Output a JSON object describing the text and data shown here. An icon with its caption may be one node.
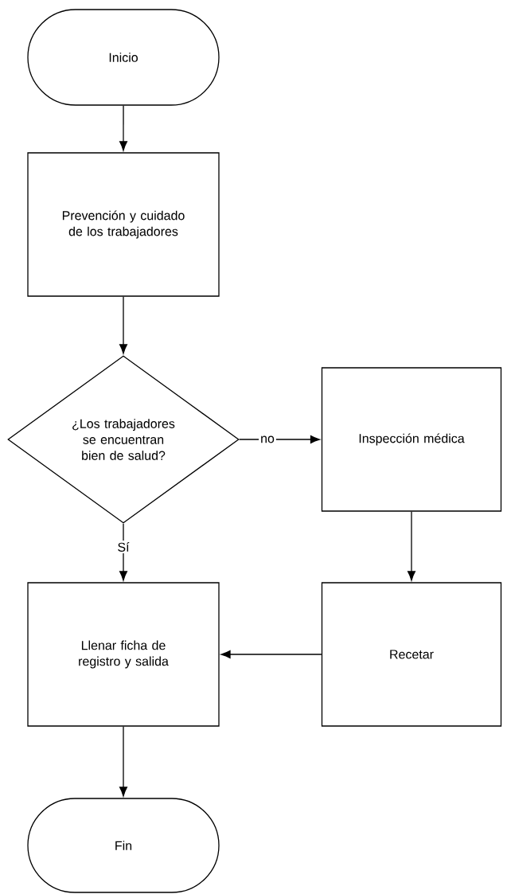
{
  "diagram": {
    "nodes": [
      {
        "text": [
          "Inicio"
        ]
      },
      {
        "text": [
          "Prevención y cuidado de los trabajadores"
        ]
      },
      {
        "text": [
          "¿Los trabajadores se encuentran bien de salud?"
        ]
      },
      {
        "text": [
          "Inspección médica"
        ]
      },
      {
        "text": [
          "Llenar ficha de registro y salida"
        ]
      },
      {
        "text": [
          "Recetar"
        ]
      },
      {
        "text": [
          "Fin"
        ]
      }
    ],
    "edges": [
      {
        "from": 0,
        "to": 1,
        "arrow": "to"
      },
      {
        "from": 1,
        "to": 2,
        "arrow": "to"
      },
      {
        "from": 2,
        "to": 3,
        "arrow": "to",
        "label": "no"
      },
      {
        "from": 2,
        "to": 4,
        "arrow": "to",
        "label": "Sí"
      },
      {
        "from": 3,
        "to": 5,
        "arrow": "to"
      },
      {
        "from": 5,
        "to": 4,
        "arrow": "to"
      },
      {
        "from": 4,
        "to": 6,
        "arrow": "to"
      }
    ]
  }
}
